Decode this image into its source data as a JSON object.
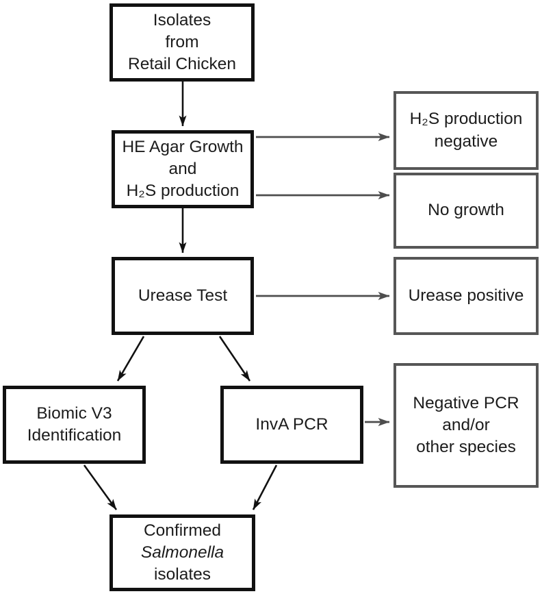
{
  "diagram_type": "flowchart",
  "boxes": {
    "isolates": {
      "style": "primary",
      "lines": [
        "Isolates",
        "from",
        "Retail Chicken"
      ]
    },
    "he_agar": {
      "style": "primary",
      "lines": [
        "HE Agar Growth",
        "and",
        "H₂S production"
      ]
    },
    "urease_test": {
      "style": "primary",
      "lines": [
        "Urease Test"
      ]
    },
    "biomic": {
      "style": "primary",
      "lines": [
        "Biomic V3",
        "Identification"
      ]
    },
    "inva_pcr": {
      "style": "primary",
      "lines": [
        "InvA PCR"
      ]
    },
    "confirmed": {
      "style": "primary",
      "lines": [
        "Confirmed",
        "Salmonella",
        "isolates"
      ],
      "italic_line": 1
    },
    "h2s_negative": {
      "style": "secondary",
      "lines": [
        "H₂S production",
        "negative"
      ]
    },
    "no_growth": {
      "style": "secondary",
      "lines": [
        "No growth"
      ]
    },
    "urease_positive": {
      "style": "secondary",
      "lines": [
        "Urease positive"
      ]
    },
    "negative_pcr": {
      "style": "secondary",
      "lines": [
        "Negative PCR",
        "and/or",
        "other species"
      ]
    }
  },
  "edges": [
    {
      "from": "isolates",
      "to": "he_agar",
      "kind": "primary"
    },
    {
      "from": "he_agar",
      "to": "h2s_negative",
      "kind": "secondary"
    },
    {
      "from": "he_agar",
      "to": "no_growth",
      "kind": "secondary"
    },
    {
      "from": "he_agar",
      "to": "urease_test",
      "kind": "primary"
    },
    {
      "from": "urease_test",
      "to": "urease_positive",
      "kind": "secondary"
    },
    {
      "from": "urease_test",
      "to": "biomic",
      "kind": "primary"
    },
    {
      "from": "urease_test",
      "to": "inva_pcr",
      "kind": "primary"
    },
    {
      "from": "inva_pcr",
      "to": "negative_pcr",
      "kind": "secondary"
    },
    {
      "from": "biomic",
      "to": "confirmed",
      "kind": "primary"
    },
    {
      "from": "inva_pcr",
      "to": "confirmed",
      "kind": "primary"
    }
  ],
  "colors": {
    "box_border_primary": "#111111",
    "box_border_secondary": "#565656",
    "arrow_primary": "#111111",
    "arrow_secondary": "#4d4d4d",
    "text_color": "#1c1c1c",
    "background": "#ffffff"
  }
}
